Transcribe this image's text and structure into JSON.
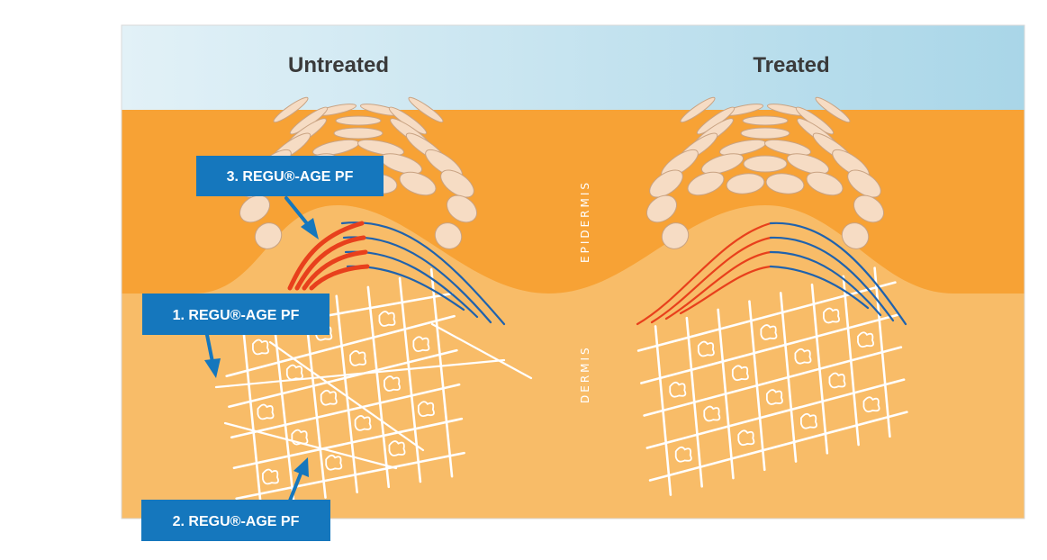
{
  "panels": {
    "untreated": "Untreated",
    "treated": "Treated"
  },
  "layers": {
    "epidermis": "EPIDERMIS",
    "dermis": "DERMIS"
  },
  "callouts": [
    {
      "id": "callout-3",
      "text": "3. REGU®-AGE PF"
    },
    {
      "id": "callout-1",
      "text": "1. REGU®-AGE PF"
    },
    {
      "id": "callout-2",
      "text": "2. REGU®-AGE PF"
    }
  ],
  "colors": {
    "sky": "#cfe7f1",
    "epidermis": "#f7a235",
    "dermis": "#f8bc68",
    "cell_fill": "#f6dcc4",
    "cell_stroke": "#c9a383",
    "fiber": "#ffffff",
    "callout": "#1577bd",
    "red_fiber": "#e8401c",
    "blue_fiber": "#1f62ad"
  }
}
